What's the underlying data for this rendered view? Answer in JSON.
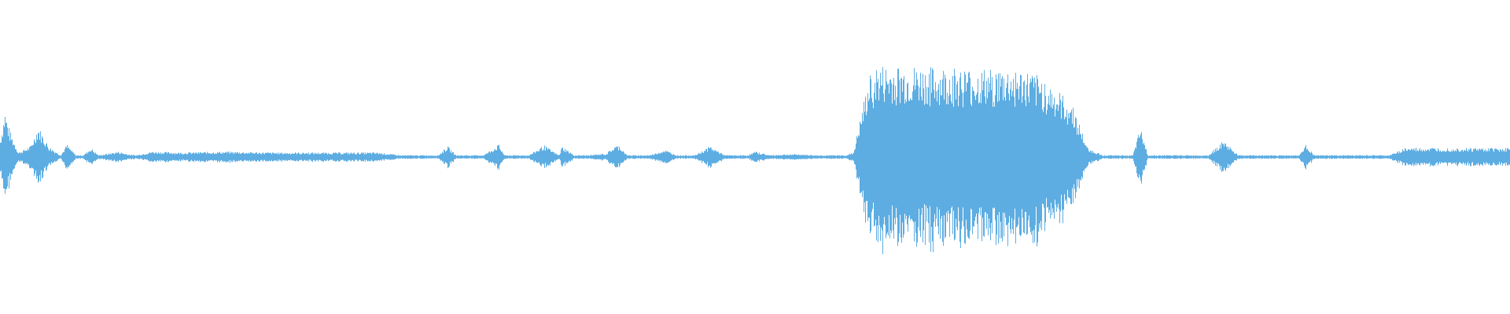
{
  "waveform": {
    "color": "#5DADE2",
    "background": "#ffffff",
    "envelope_x": [
      0,
      0.003,
      0.006,
      0.012,
      0.02,
      0.025,
      0.032,
      0.04,
      0.044,
      0.05,
      0.055,
      0.06,
      0.065,
      0.072,
      0.078,
      0.085,
      0.09,
      0.1,
      0.12,
      0.15,
      0.18,
      0.2,
      0.22,
      0.25,
      0.265,
      0.275,
      0.29,
      0.296,
      0.302,
      0.31,
      0.32,
      0.33,
      0.334,
      0.34,
      0.35,
      0.36,
      0.37,
      0.37,
      0.372,
      0.38,
      0.39,
      0.4,
      0.41,
      0.4,
      0.407,
      0.415,
      0.43,
      0.44,
      0.448,
      0.46,
      0.47,
      0.48,
      0.49,
      0.495,
      0.5,
      0.51,
      0.52,
      0.53,
      0.54,
      0.55,
      0.555,
      0.56,
      0.565,
      0.57,
      0.575,
      0.58,
      0.59,
      0.6,
      0.61,
      0.62,
      0.63,
      0.64,
      0.65,
      0.66,
      0.67,
      0.68,
      0.69,
      0.7,
      0.71,
      0.72,
      0.73,
      0.74,
      0.75,
      0.755,
      0.76,
      0.77,
      0.775,
      0.78,
      0.79,
      0.795,
      0.8,
      0.81,
      0.82,
      0.83,
      0.84,
      0.85,
      0.855,
      0.86,
      0.865,
      0.87,
      0.875,
      0.88,
      0.885,
      0.89,
      0.895,
      0.9,
      0.905,
      0.91,
      0.915,
      0.92,
      0.93,
      0.94,
      0.95,
      0.96,
      0.97,
      0.98,
      0.99,
      1.0
    ],
    "envelope_amp": [
      0.2,
      0.52,
      0.3,
      0.05,
      0.12,
      0.34,
      0.12,
      0.02,
      0.14,
      0.02,
      0.02,
      0.1,
      0.02,
      0.04,
      0.06,
      0.03,
      0.02,
      0.06,
      0.05,
      0.06,
      0.05,
      0.05,
      0.05,
      0.05,
      0.02,
      0.02,
      0.02,
      0.12,
      0.02,
      0.02,
      0.02,
      0.14,
      0.02,
      0.02,
      0.02,
      0.13,
      0.02,
      0.02,
      0.12,
      0.02,
      0.02,
      0.04,
      0.13,
      0.02,
      0.12,
      0.02,
      0.02,
      0.08,
      0.02,
      0.02,
      0.12,
      0.02,
      0.02,
      0.02,
      0.06,
      0.02,
      0.03,
      0.03,
      0.02,
      0.02,
      0.02,
      0.02,
      0.05,
      0.46,
      0.86,
      0.99,
      1.0,
      0.99,
      0.98,
      0.97,
      0.98,
      0.97,
      0.95,
      0.96,
      0.97,
      0.93,
      0.87,
      0.72,
      0.58,
      0.1,
      0.02,
      0.02,
      0.02,
      0.32,
      0.02,
      0.02,
      0.02,
      0.02,
      0.02,
      0.02,
      0.02,
      0.18,
      0.02,
      0.02,
      0.02,
      0.02,
      0.02,
      0.02,
      0.14,
      0.02,
      0.02,
      0.02,
      0.02,
      0.02,
      0.02,
      0.02,
      0.02,
      0.02,
      0.02,
      0.02,
      0.1,
      0.1,
      0.1,
      0.1,
      0.1,
      0.1,
      0.1,
      0.1
    ]
  }
}
